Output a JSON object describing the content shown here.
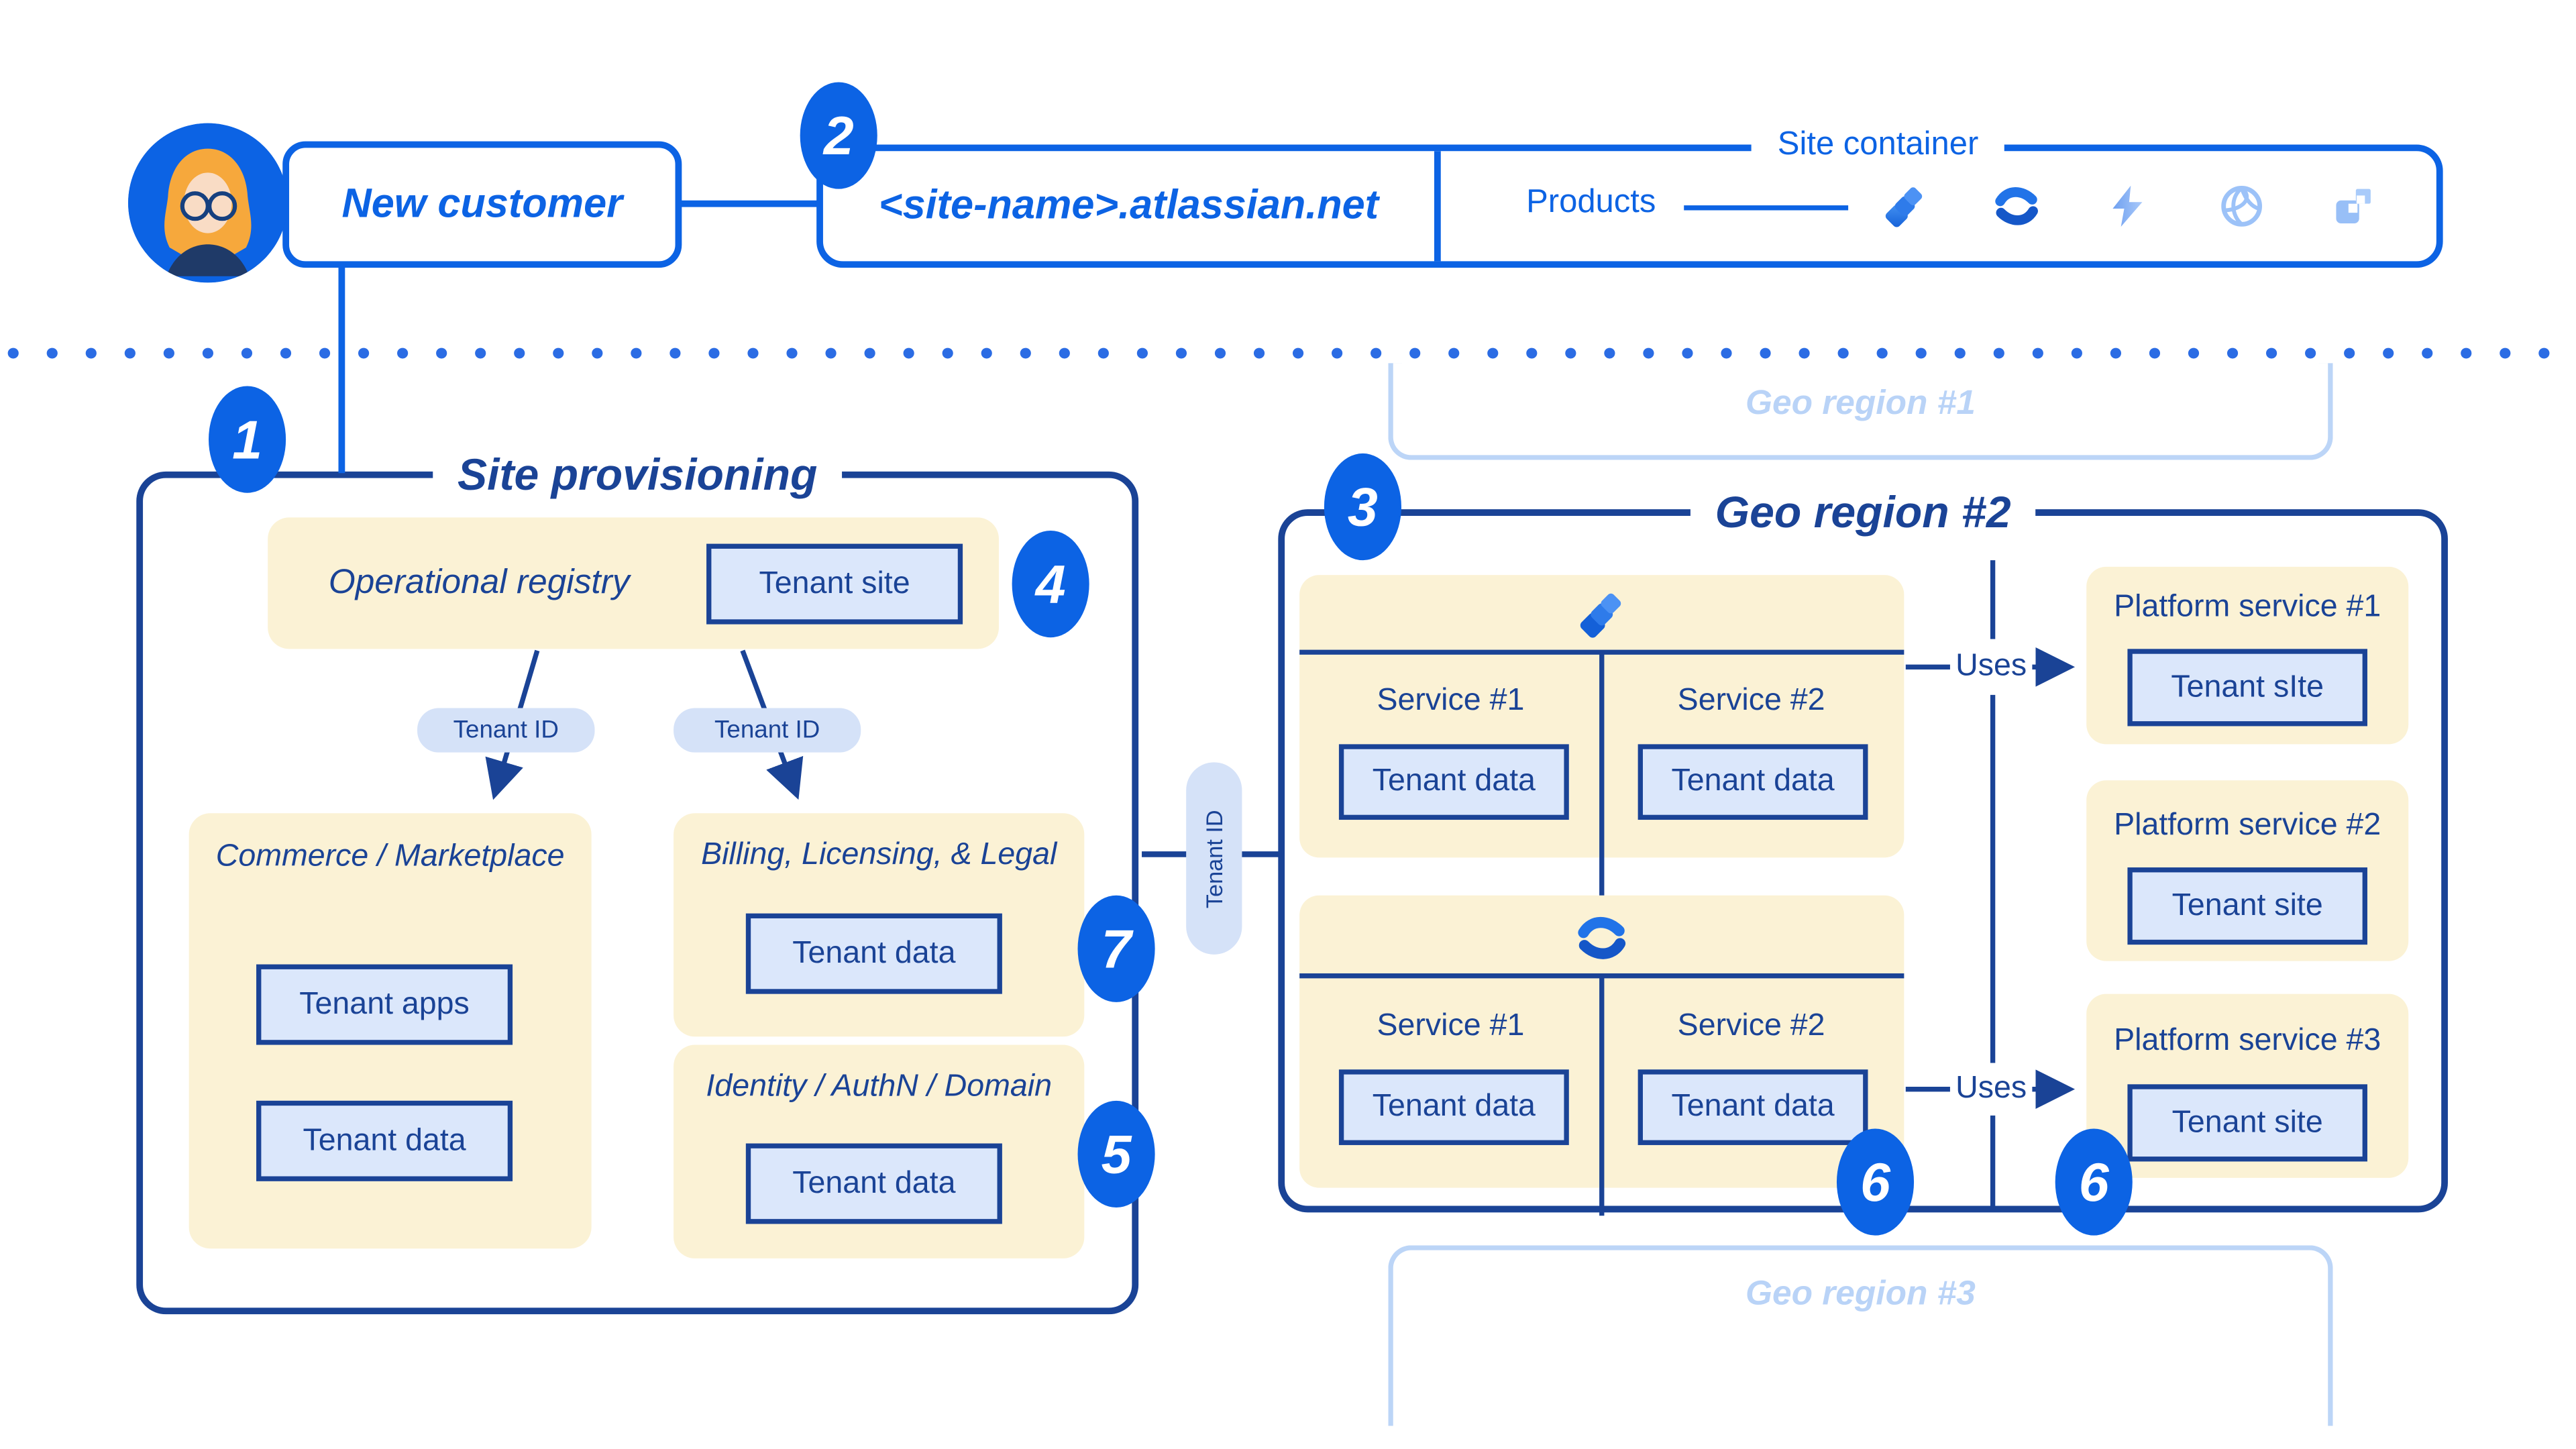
{
  "palette": {
    "bright_blue": "#0C63E4",
    "navy": "#1A4396",
    "cream": "#FBF2D5",
    "light_blue_fill": "#DBE7FB",
    "pill_fill": "#D5E2F8",
    "faded_blue": "#BCD5F7"
  },
  "top_row": {
    "new_customer_label": "New customer",
    "badge_2": "2",
    "site_name": "<site-name>.atlassian.net",
    "site_container_label": "Site container",
    "products_label": "Products",
    "product_icons": [
      "jira-icon",
      "confluence-icon",
      "bolt-icon",
      "globe-icon",
      "squares-icon"
    ]
  },
  "site_provisioning": {
    "badge_1": "1",
    "title": "Site provisioning",
    "operational_registry": {
      "title": "Operational registry",
      "tenant_site_box": "Tenant site",
      "badge_4": "4"
    },
    "tenant_id_left": "Tenant ID",
    "tenant_id_right": "Tenant ID",
    "commerce": {
      "title": "Commerce / Marketplace",
      "boxes": [
        "Tenant apps",
        "Tenant data"
      ]
    },
    "billing": {
      "title": "Billing, Licensing, & Legal",
      "box": "Tenant data",
      "badge_7": "7"
    },
    "identity": {
      "title": "Identity / AuthN / Domain",
      "box": "Tenant data",
      "badge_5": "5"
    }
  },
  "connector": {
    "tenant_id_pill": "Tenant ID"
  },
  "geo_region_1": {
    "title": "Geo region #1"
  },
  "geo_region_2": {
    "badge_3": "3",
    "title": "Geo region #2",
    "jira_section": {
      "icon": "jira-icon",
      "services": [
        {
          "name": "Service #1",
          "box": "Tenant data"
        },
        {
          "name": "Service #2",
          "box": "Tenant data"
        }
      ],
      "uses_label": "Uses"
    },
    "confluence_section": {
      "icon": "confluence-icon",
      "services": [
        {
          "name": "Service #1",
          "box": "Tenant data"
        },
        {
          "name": "Service #2",
          "box": "Tenant data"
        }
      ],
      "uses_label": "Uses"
    },
    "platform_services": [
      {
        "title": "Platform service #1",
        "box": "Tenant sIte"
      },
      {
        "title": "Platform service #2",
        "box": "Tenant site"
      },
      {
        "title": "Platform service #3",
        "box": "Tenant site"
      }
    ],
    "badge_6_left": "6",
    "badge_6_right": "6"
  },
  "geo_region_3": {
    "title": "Geo region #3"
  }
}
